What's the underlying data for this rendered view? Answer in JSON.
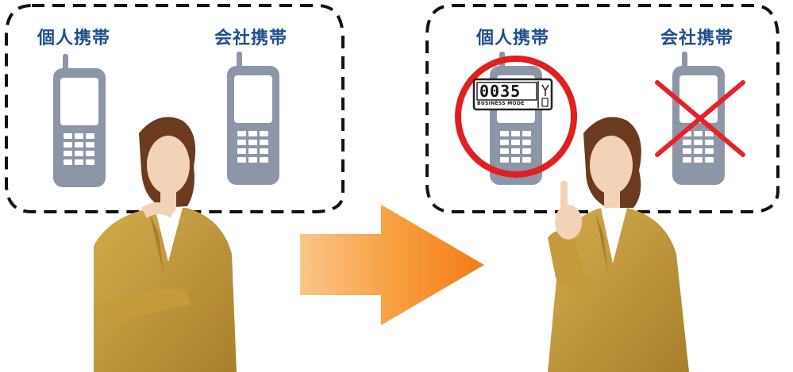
{
  "left_panel": {
    "personal_phone_label": "個人携帯",
    "company_phone_label": "会社携帯"
  },
  "right_panel": {
    "personal_phone_label": "個人携帯",
    "company_phone_label": "会社携帯",
    "badge_number": "0035",
    "badge_mode": "BUSINESS MODE"
  },
  "colors": {
    "phone": "#8c96a6",
    "screen": "#ffffff",
    "label": "#1f4e8c",
    "arrow": "#f7931e",
    "circle": "#e02020",
    "cross": "#e8202a",
    "suit": "#c49a3c",
    "skin": "#f3d3b8",
    "hair": "#6b3a1f"
  },
  "icons": [
    "dashed-frame",
    "mobile-phone-icon",
    "arrow-right-icon",
    "highlight-circle-icon",
    "cross-mark-icon",
    "badge-icon",
    "woman-figure"
  ]
}
